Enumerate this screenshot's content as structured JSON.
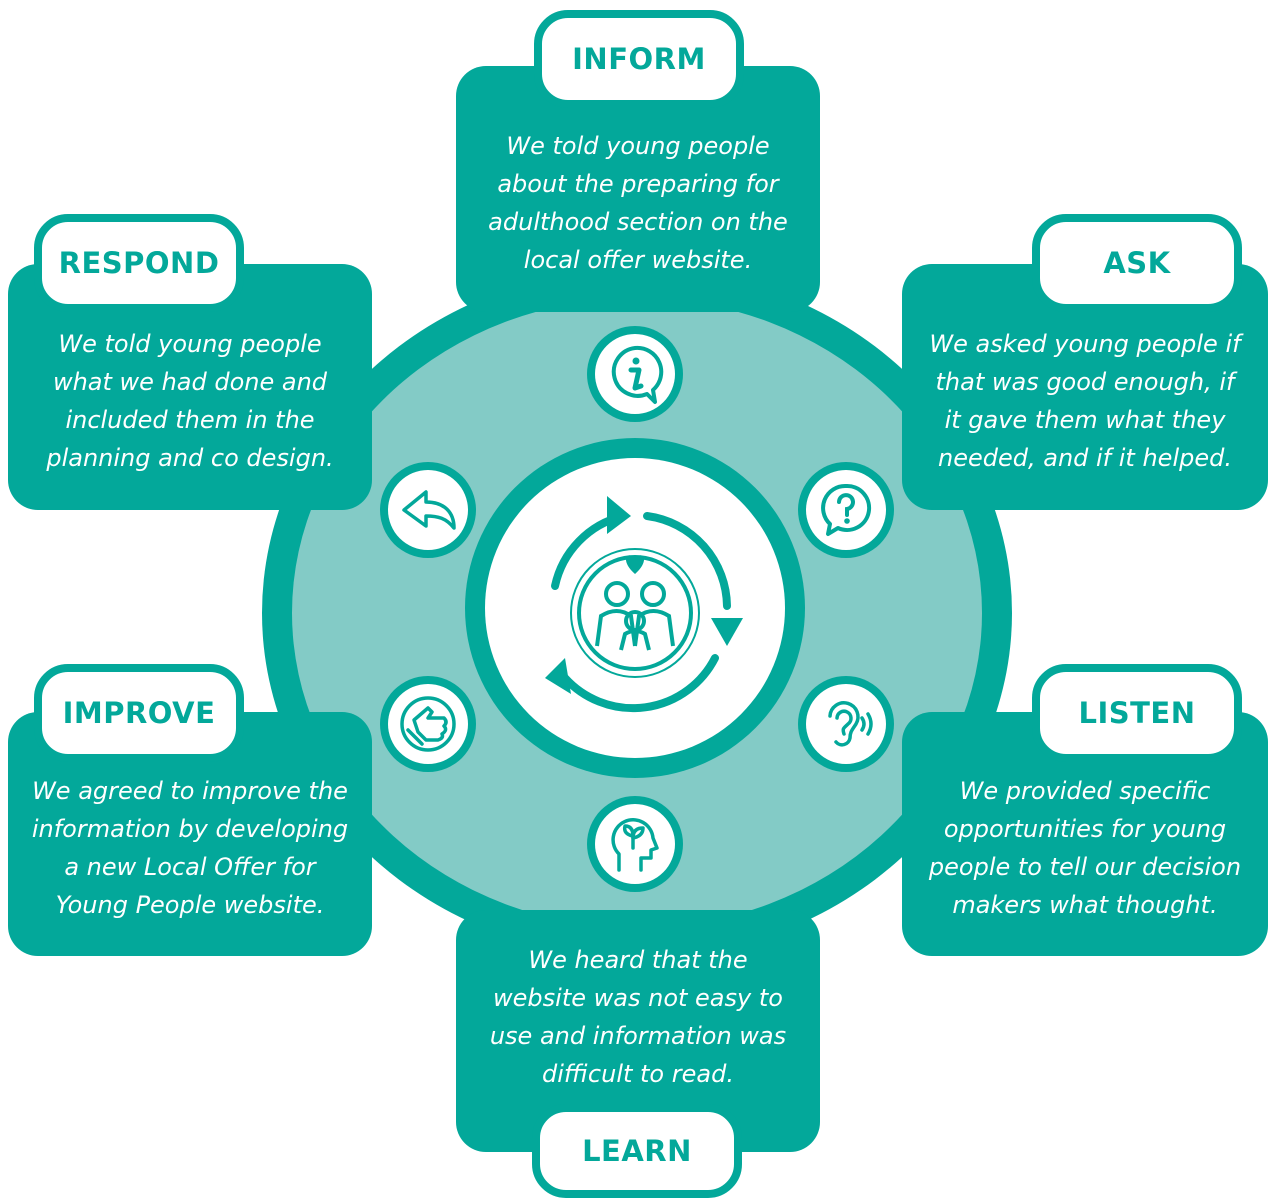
{
  "steps": {
    "inform": {
      "label": "INFORM",
      "text": [
        "We told young people",
        "about the preparing for",
        "adulthood section on the",
        "local offer website."
      ]
    },
    "ask": {
      "label": "ASK",
      "text": [
        "We asked young people if",
        "that was good enough, if",
        "it gave them what they",
        "needed, and if it helped."
      ]
    },
    "listen": {
      "label": "LISTEN",
      "text": [
        "We provided specific",
        "opportunities for young",
        "people to tell our decision",
        "makers what thought."
      ]
    },
    "learn": {
      "label": "LEARN",
      "text": [
        "We heard that the",
        "website was not easy to",
        "use and information was",
        "difficult to read."
      ]
    },
    "improve": {
      "label": "IMPROVE",
      "text": [
        "We agreed to improve the",
        "information by developing",
        "a new Local Offer for",
        "Young People website."
      ]
    },
    "respond": {
      "label": "RESPOND",
      "text": [
        "We told young people",
        "what we had done and",
        "included them in the",
        "planning and co  design."
      ]
    }
  },
  "icons": {
    "inform": "info-speech-bubble-icon",
    "ask": "question-speech-bubble-icon",
    "listen": "ear-icon",
    "learn": "head-growth-icon",
    "improve": "thumbs-up-icon",
    "respond": "reply-arrow-icon",
    "center": "people-cycle-icon"
  },
  "colors": {
    "teal": "#03a89a",
    "light_teal": "#83cbc6",
    "white": "#ffffff"
  }
}
